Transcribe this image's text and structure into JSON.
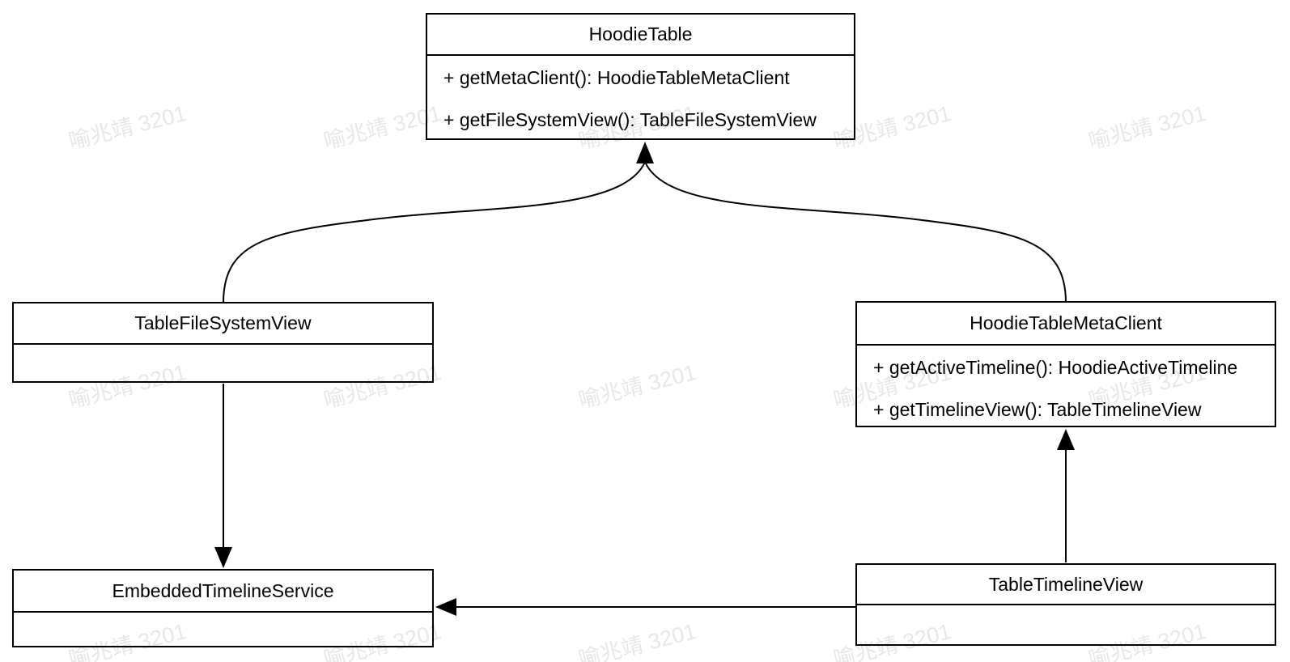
{
  "diagram": {
    "type": "uml-class-diagram",
    "nodes": [
      {
        "id": "hoodie-table",
        "title": "HoodieTable",
        "methods": [
          "+ getMetaClient(): HoodieTableMetaClient",
          "+ getFileSystemView(): TableFileSystemView"
        ]
      },
      {
        "id": "table-file-system-view",
        "title": "TableFileSystemView",
        "methods": []
      },
      {
        "id": "hoodie-table-meta-client",
        "title": "HoodieTableMetaClient",
        "methods": [
          "+ getActiveTimeline(): HoodieActiveTimeline",
          "+ getTimelineView(): TableTimelineView"
        ]
      },
      {
        "id": "embedded-timeline-service",
        "title": "EmbeddedTimelineService",
        "methods": []
      },
      {
        "id": "table-timeline-view",
        "title": "TableTimelineView",
        "methods": []
      }
    ],
    "edges": [
      {
        "from": "TableFileSystemView",
        "to": "HoodieTable",
        "style": "curved",
        "arrowhead": "filled-triangle"
      },
      {
        "from": "HoodieTableMetaClient",
        "to": "HoodieTable",
        "style": "curved",
        "arrowhead": "filled-triangle"
      },
      {
        "from": "TableFileSystemView",
        "to": "EmbeddedTimelineService",
        "style": "straight-vertical",
        "arrowhead": "filled-triangle"
      },
      {
        "from": "TableTimelineView",
        "to": "HoodieTableMetaClient",
        "style": "straight-vertical",
        "arrowhead": "filled-triangle"
      },
      {
        "from": "TableTimelineView",
        "to": "EmbeddedTimelineService",
        "style": "straight-horizontal",
        "arrowhead": "filled-triangle"
      }
    ]
  },
  "watermark": {
    "text": "喻兆靖 3201",
    "color": "#e7e7e7"
  },
  "colors": {
    "line": "#000000",
    "background": "#ffffff",
    "box_fill": "#ffffff"
  }
}
